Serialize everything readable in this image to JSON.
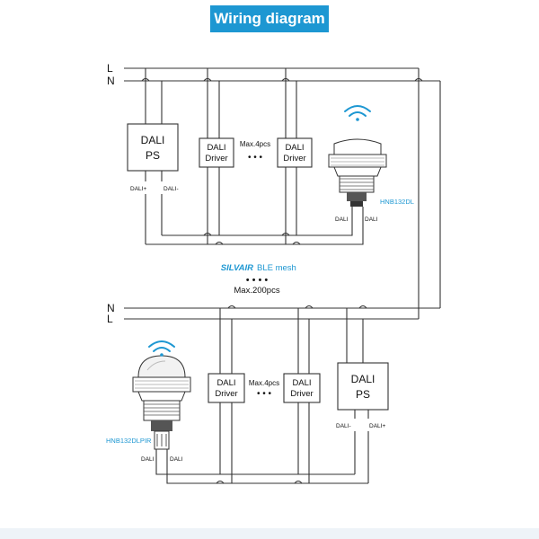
{
  "title": "Wiring diagram",
  "colors": {
    "title_bg": "#1d97d2",
    "accent": "#1d97d2",
    "wire": "#333333"
  },
  "top": {
    "line_L": "L",
    "line_N": "N",
    "ps": {
      "line1": "DALI",
      "line2": "PS",
      "terminal_plus": "DALI+",
      "terminal_minus": "DALI-"
    },
    "driver1": {
      "line1": "DALI",
      "line2": "Driver"
    },
    "driver2": {
      "line1": "DALI",
      "line2": "Driver"
    },
    "max_label": "Max.4pcs",
    "dots": "• • •",
    "sensor_model": "HNB132DL",
    "sensor_terminal_1": "DALI",
    "sensor_terminal_2": "DALI"
  },
  "middle": {
    "brand": "SILVAIR",
    "mesh": "BLE mesh",
    "dots": "•   •   •   •",
    "max_label": "Max.200pcs"
  },
  "bottom": {
    "line_N": "N",
    "line_L": "L",
    "driver1": {
      "line1": "DALI",
      "line2": "Driver"
    },
    "driver2": {
      "line1": "DALI",
      "line2": "Driver"
    },
    "max_label": "Max.4pcs",
    "dots": "• • •",
    "ps": {
      "line1": "DALI",
      "line2": "PS",
      "terminal_minus": "DALI-",
      "terminal_plus": "DALI+"
    },
    "sensor_model": "HNB132DLPIR",
    "sensor_terminal_1": "DALI",
    "sensor_terminal_2": "DALI"
  },
  "icons": [
    "wifi-icon",
    "sensor-icon",
    "pir-sensor-icon"
  ]
}
